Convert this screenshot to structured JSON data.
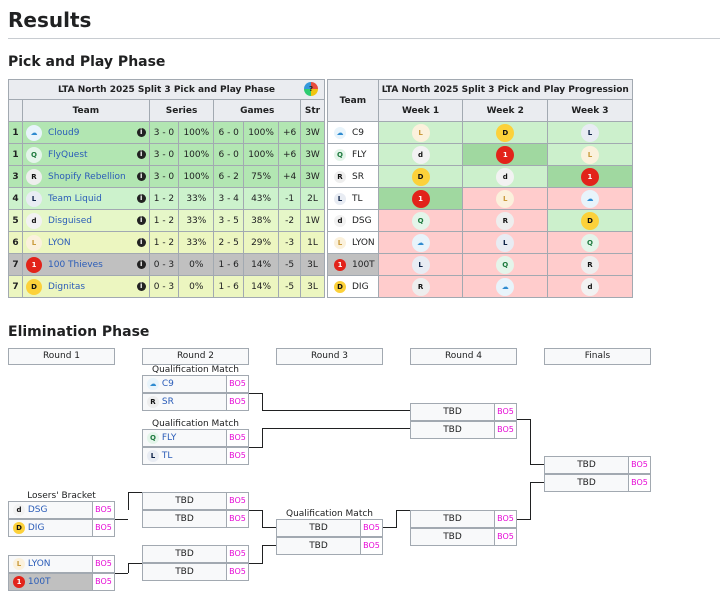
{
  "page": {
    "title": "Results"
  },
  "pick_play": {
    "heading": "Pick and Play Phase",
    "table_title": "LTA North 2025 Split 3 Pick and Play Phase",
    "headers": {
      "team": "Team",
      "series": "Series",
      "games": "Games",
      "streak": "Str"
    },
    "rows": [
      {
        "rank": "1",
        "team": "Cloud9",
        "series": "3 - 0",
        "series_pct": "100%",
        "games": "6 - 0",
        "games_pct": "100%",
        "diff": "+6",
        "streak": "3W"
      },
      {
        "rank": "1",
        "team": "FlyQuest",
        "series": "3 - 0",
        "series_pct": "100%",
        "games": "6 - 0",
        "games_pct": "100%",
        "diff": "+6",
        "streak": "3W"
      },
      {
        "rank": "3",
        "team": "Shopify Rebellion",
        "series": "3 - 0",
        "series_pct": "100%",
        "games": "6 - 2",
        "games_pct": "75%",
        "diff": "+4",
        "streak": "3W"
      },
      {
        "rank": "4",
        "team": "Team Liquid",
        "series": "1 - 2",
        "series_pct": "33%",
        "games": "3 - 4",
        "games_pct": "43%",
        "diff": "-1",
        "streak": "2L"
      },
      {
        "rank": "5",
        "team": "Disguised",
        "series": "1 - 2",
        "series_pct": "33%",
        "games": "3 - 5",
        "games_pct": "38%",
        "diff": "-2",
        "streak": "1W"
      },
      {
        "rank": "6",
        "team": "LYON",
        "series": "1 - 2",
        "series_pct": "33%",
        "games": "2 - 5",
        "games_pct": "29%",
        "diff": "-3",
        "streak": "1L"
      },
      {
        "rank": "7",
        "team": "100 Thieves",
        "series": "0 - 3",
        "series_pct": "0%",
        "games": "1 - 6",
        "games_pct": "14%",
        "diff": "-5",
        "streak": "3L"
      },
      {
        "rank": "7",
        "team": "Dignitas",
        "series": "0 - 3",
        "series_pct": "0%",
        "games": "1 - 6",
        "games_pct": "14%",
        "diff": "-5",
        "streak": "3L"
      }
    ]
  },
  "progression": {
    "table_title": "LTA North 2025 Split 3 Pick and Play Progression",
    "team_header": "Team",
    "weeks": [
      "Week 1",
      "Week 2",
      "Week 3"
    ],
    "rows": [
      {
        "team": "C9",
        "opp": [
          "LYON",
          "DIG",
          "TL"
        ]
      },
      {
        "team": "FLY",
        "opp": [
          "DSG",
          "100T",
          "LYON"
        ]
      },
      {
        "team": "SR",
        "opp": [
          "DIG",
          "DSG",
          "100T"
        ]
      },
      {
        "team": "TL",
        "opp": [
          "100T",
          "LYON",
          "C9"
        ]
      },
      {
        "team": "DSG",
        "opp": [
          "FLY",
          "SR",
          "DIG"
        ]
      },
      {
        "team": "LYON",
        "opp": [
          "C9",
          "TL",
          "FLY"
        ]
      },
      {
        "team": "100T",
        "opp": [
          "TL",
          "FLY",
          "SR"
        ]
      },
      {
        "team": "DIG",
        "opp": [
          "SR",
          "C9",
          "DSG"
        ]
      }
    ]
  },
  "elimination": {
    "heading": "Elimination Phase",
    "rounds": [
      "Round 1",
      "Round 2",
      "Round 3",
      "Round 4",
      "Finals"
    ],
    "qualification_label": "Qualification Match",
    "losers_label": "Losers' Bracket",
    "bo": "BO5",
    "tbd": "TBD",
    "r2_qual": [
      [
        "C9",
        "SR"
      ],
      [
        "FLY",
        "TL"
      ]
    ],
    "r1_losers": [
      [
        "DSG",
        "DIG"
      ],
      [
        "LYON",
        "100T"
      ]
    ]
  },
  "colors": {
    "link": "#2a5cb8",
    "bo": "#e60ad6",
    "win": "#b2e6b2",
    "loss": "#ffcccc"
  }
}
